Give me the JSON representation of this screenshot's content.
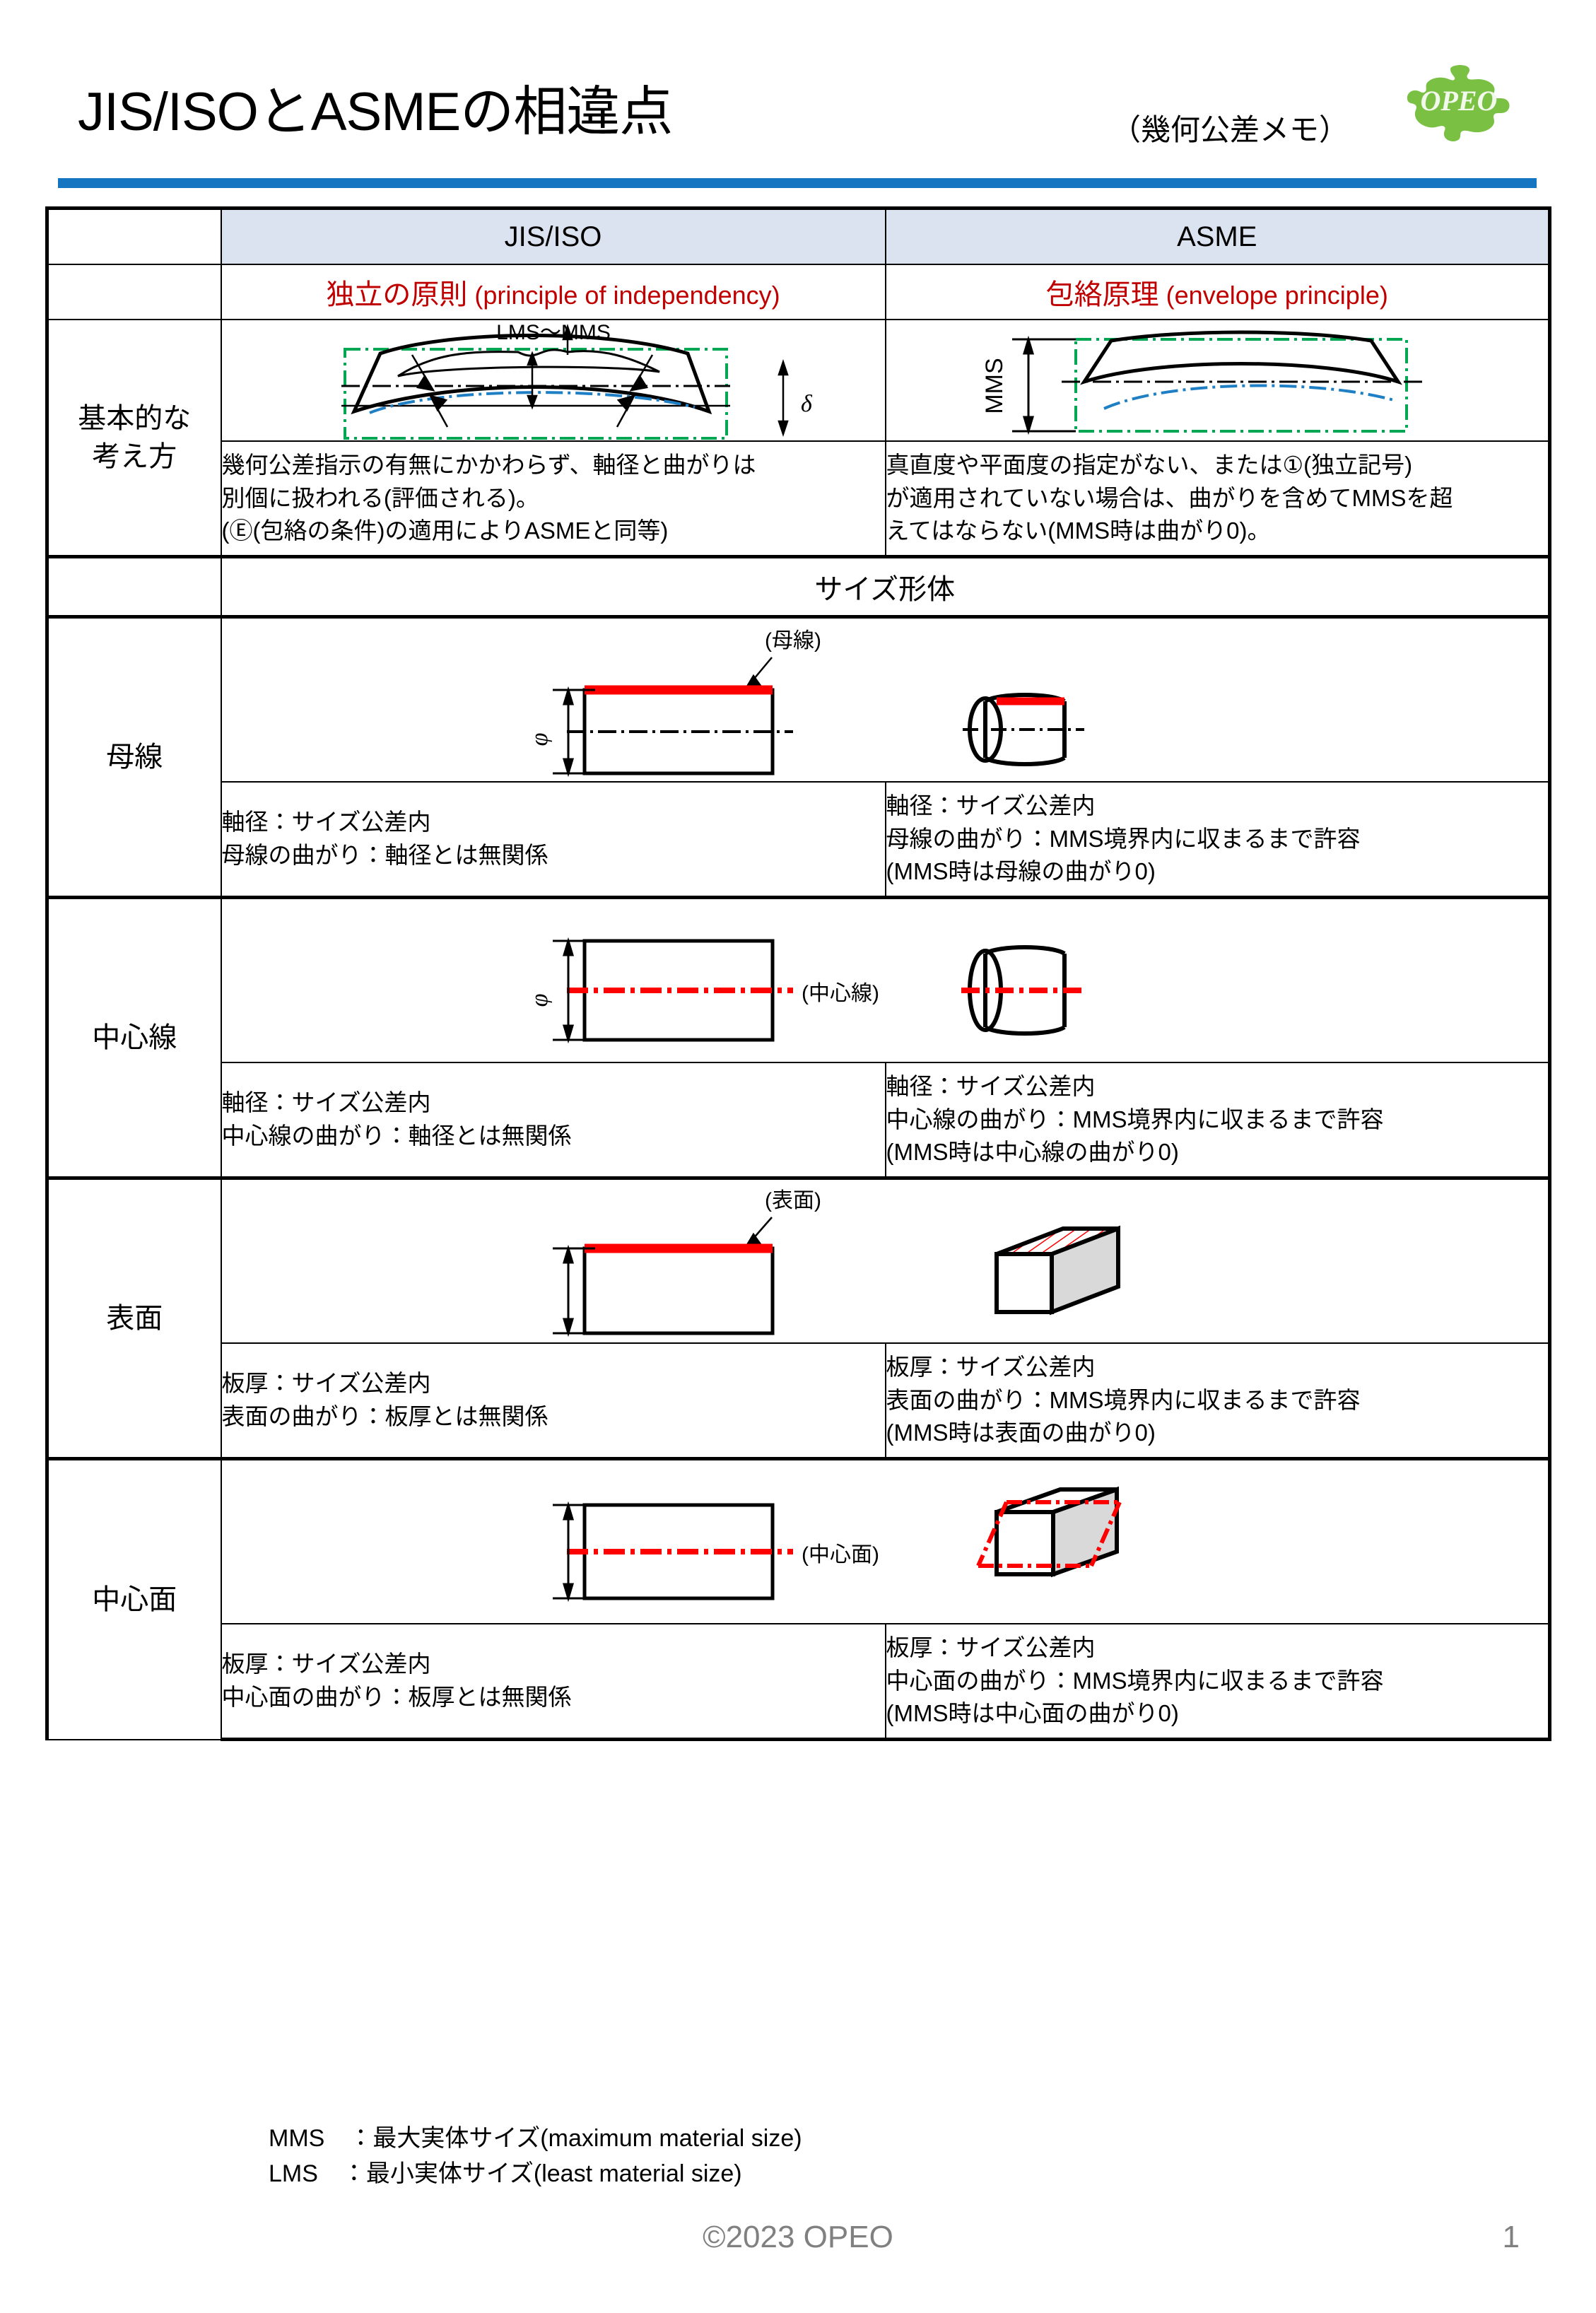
{
  "header": {
    "title": "JIS/ISOとASMEの相違点",
    "subtitle": "（幾何公差メモ）",
    "logo_text": "OPEO",
    "accent_color": "#1575c0",
    "logo_color": "#7ac143"
  },
  "table": {
    "columns": [
      "",
      "JIS/ISO",
      "ASME"
    ],
    "header_bg": "#dce3f0",
    "principle_color": "#c00000",
    "principles": {
      "jis_jp": "独立の原則",
      "jis_en": "(principle of independency)",
      "asme_jp": "包絡原理",
      "asme_en": "(envelope principle)"
    },
    "rows": [
      {
        "label": "基本的な\n考え方",
        "jis_diagram_labels": {
          "range": "LMS〜MMS",
          "delta": "δ"
        },
        "asme_diagram_labels": {
          "mms": "MMS"
        },
        "jis_desc": "幾何公差指示の有無にかかわらず、軸径と曲がりは\n別個に扱われる(評価される)。\n(Ⓔ(包絡の条件)の適用によりASMEと同等)",
        "asme_desc": "真直度や平面度の指定がない、または①(独立記号)\nが適用されていない場合は、曲がりを含めてMMSを超\nえてはならない(MMS時は曲がり0)。"
      },
      {
        "label": "母線",
        "callout": "(母線)",
        "dim_symbol": "φ",
        "jis_desc": "軸径：サイズ公差内\n母線の曲がり：軸径とは無関係",
        "asme_desc": "軸径：サイズ公差内\n母線の曲がり：MMS境界内に収まるまで許容\n                    (MMS時は母線の曲がり0)"
      },
      {
        "label": "中心線",
        "callout": "(中心線)",
        "dim_symbol": "φ",
        "jis_desc": "軸径：サイズ公差内\n中心線の曲がり：軸径とは無関係",
        "asme_desc": "軸径：サイズ公差内\n中心線の曲がり：MMS境界内に収まるまで許容\n                        (MMS時は中心線の曲がり0)"
      },
      {
        "label": "表面",
        "callout": "(表面)",
        "dim_symbol": "",
        "jis_desc": "板厚：サイズ公差内\n表面の曲がり：板厚とは無関係",
        "asme_desc": "板厚：サイズ公差内\n表面の曲がり：MMS境界内に収まるまで許容\n                    (MMS時は表面の曲がり0)"
      },
      {
        "label": "中心面",
        "callout": "(中心面)",
        "dim_symbol": "",
        "jis_desc": "板厚：サイズ公差内\n中心面の曲がり：板厚とは無関係",
        "asme_desc": "板厚：サイズ公差内\n中心面の曲がり：MMS境界内に収まるまで許容\n                        (MMS時は中心面の曲がり0)"
      }
    ],
    "size_feature_band": "サイズ形体"
  },
  "legend": "MMS　：最大実体サイズ(maximum material size)\nLMS　：最小実体サイズ(least material size)",
  "footer": {
    "copyright": "©2023 OPEO",
    "page_number": "1"
  }
}
